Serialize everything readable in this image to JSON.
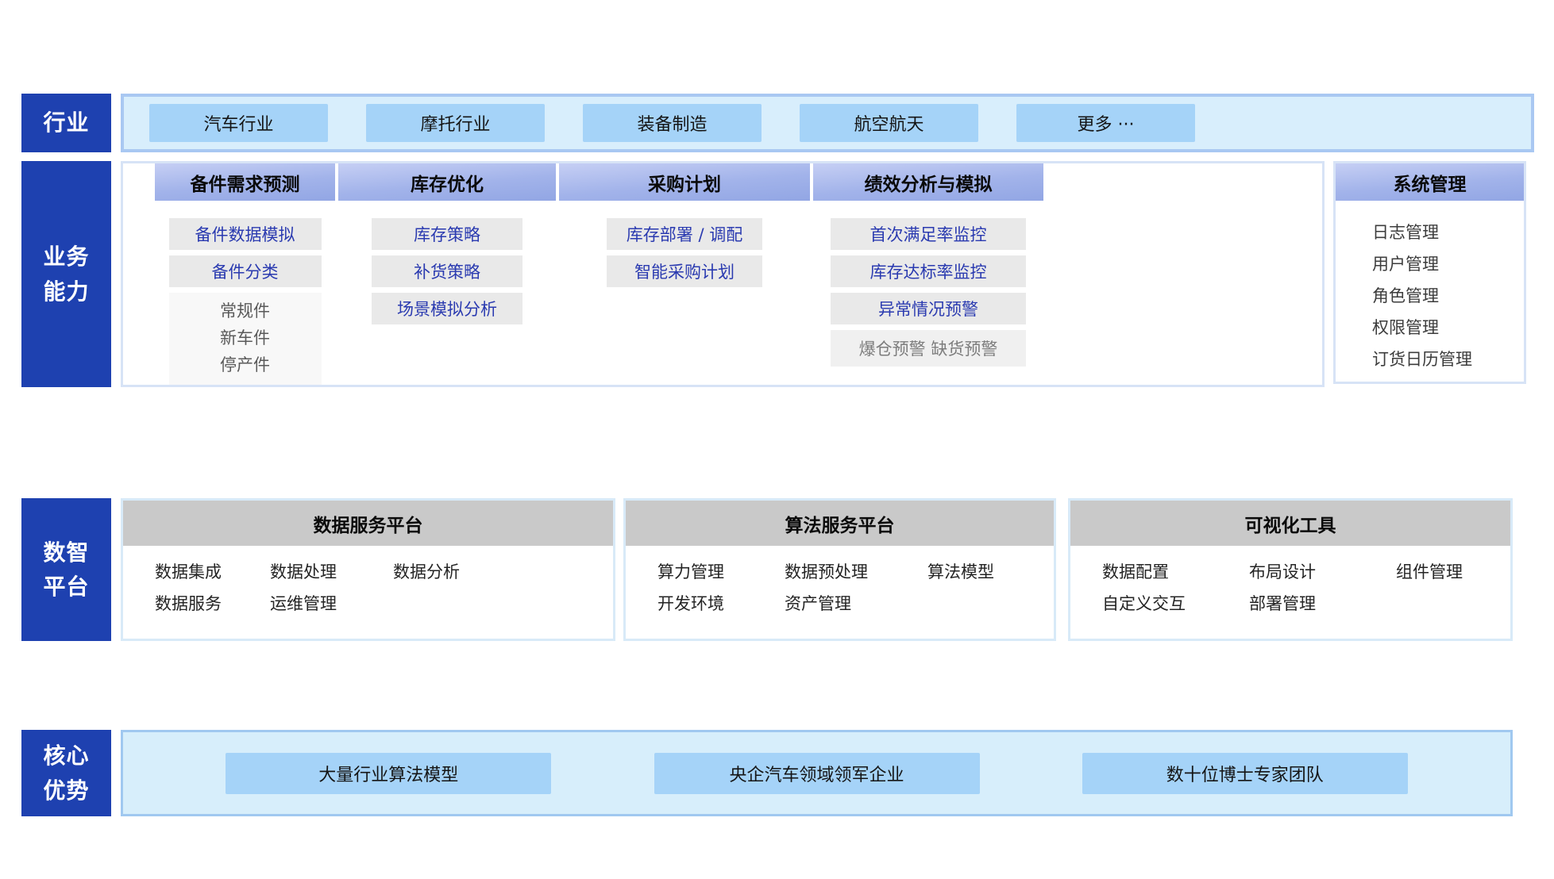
{
  "colors": {
    "side_label_bg": "#1e41b0",
    "industry_panel_bg": "#d8eefc",
    "industry_panel_border": "#a9c8f2",
    "pill_bg": "#a5d3f8",
    "capability_header_gradient_top": "#c6cff4",
    "capability_header_gradient_bottom": "#92a6e4",
    "item_bg_gray": "#e9e9e9",
    "item_text_blue": "#2a3ab0",
    "subitem_bg": "#f8f8f8",
    "muted_item_bg": "#f0f0f0",
    "platform_header_bg": "#c9c9c9",
    "advantage_panel_bg": "#d7eefb"
  },
  "rows": {
    "industry": {
      "label": "行业",
      "items": [
        "汽车行业",
        "摩托行业",
        "装备制造",
        "航空航天",
        "更多 ···"
      ]
    },
    "capability": {
      "label_lines": [
        "业务",
        "能力"
      ],
      "columns": [
        {
          "header": "备件需求预测",
          "items": [
            "备件数据模拟",
            "备件分类"
          ],
          "sub_items": [
            "常规件",
            "新车件",
            "停产件"
          ]
        },
        {
          "header": "库存优化",
          "items": [
            "库存策略",
            "补货策略",
            "场景模拟分析"
          ]
        },
        {
          "header": "采购计划",
          "items": [
            "库存部署 / 调配",
            "智能采购计划"
          ]
        },
        {
          "header": "绩效分析与模拟",
          "items": [
            "首次满足率监控",
            "库存达标率监控",
            "异常情况预警"
          ],
          "muted_item": "爆仓预警 缺货预警"
        }
      ],
      "side_card": {
        "header": "系统管理",
        "items": [
          "日志管理",
          "用户管理",
          "角色管理",
          "权限管理",
          "订货日历管理"
        ]
      }
    },
    "platform": {
      "label_lines": [
        "数智",
        "平台"
      ],
      "cards": [
        {
          "header": "数据服务平台",
          "items": [
            "数据集成",
            "数据处理",
            "数据分析",
            "数据服务",
            "运维管理"
          ]
        },
        {
          "header": "算法服务平台",
          "items": [
            "算力管理",
            "数据预处理",
            "算法模型",
            "开发环境",
            "资产管理"
          ]
        },
        {
          "header": "可视化工具",
          "items": [
            "数据配置",
            "布局设计",
            "组件管理",
            "自定义交互",
            "部署管理"
          ]
        }
      ]
    },
    "advantage": {
      "label_lines": [
        "核心",
        "优势"
      ],
      "items": [
        "大量行业算法模型",
        "央企汽车领域领军企业",
        "数十位博士专家团队"
      ]
    }
  }
}
